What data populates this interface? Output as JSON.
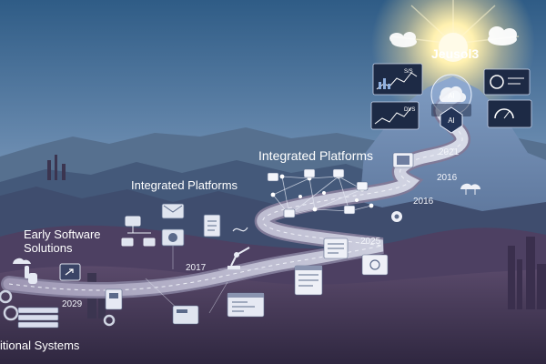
{
  "summit_label": "Jeusol3",
  "summit_panel_labels": {
    "ai_top": "AI",
    "ai_bottom": "AI",
    "top_left": "S/S",
    "bottom_left": "DVS"
  },
  "stage_labels": {
    "legacy": "itional Systems",
    "early_line1": "Early Software",
    "early_line2": "Solutions",
    "integrated_mid": "Integrated Platforms",
    "integrated_high": "Integrated Platforms"
  },
  "years": {
    "y2029": "2029",
    "y2017": "2017",
    "y2025": "2025",
    "y2016": "2016",
    "y2021": "2021"
  },
  "colors": {
    "sky_top": "#2f5c86",
    "sky_mid": "#6f8fb3",
    "sky_bottom": "#b6b0c4",
    "sun": "#fff5c8",
    "mountain_far": "#44607f",
    "mountain_mid": "#3a4d6d",
    "ground": "#4a3b5c",
    "road": "#b6b2c8",
    "text": "#ffffff"
  }
}
